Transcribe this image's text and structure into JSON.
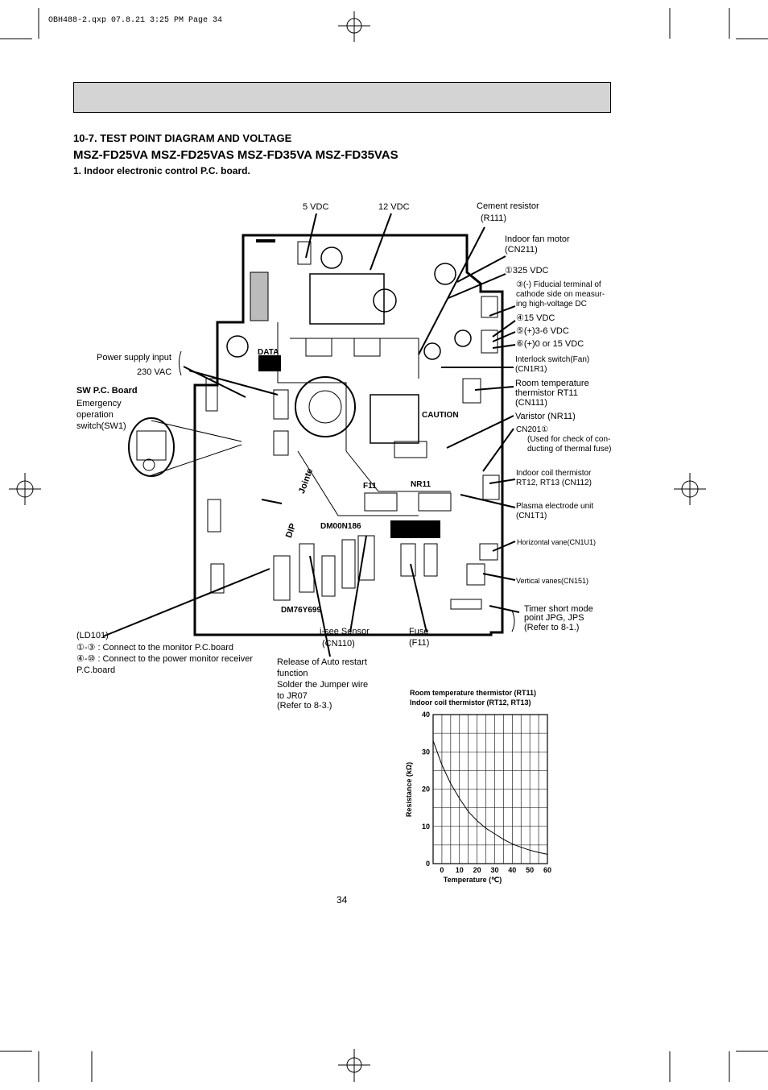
{
  "header_line": "OBH488-2.qxp  07.8.21 3:25 PM  Page 34",
  "section_title": "10-7. TEST POINT DIAGRAM AND VOLTAGE",
  "models": "MSZ-FD25VA  MSZ-FD25VAS  MSZ-FD35VA  MSZ-FD35VAS",
  "subtitle": "1. Indoor electronic control P.C. board.",
  "board": {
    "data_label": "DATA",
    "caution": "CAUTION",
    "jointe": "Jointe",
    "dip": "DIP",
    "code1": "DM00N186",
    "code2": "DM76Y699",
    "f11": "F11",
    "nr11": "NR11"
  },
  "labels": {
    "v5": "5 VDC",
    "v12": "12 VDC",
    "cement": "Cement resistor",
    "r111": "(R111)",
    "fan_motor": "Indoor fan motor",
    "cn211": "(CN211)",
    "v325": "①325 VDC",
    "fid1": "③(-) Fiducial terminal of",
    "fid2": "cathode side on measur-",
    "fid3": "ing high-voltage DC",
    "v15": "④15 VDC",
    "v36": "⑤(+)3-6 VDC",
    "v015": "⑥(+)0 or 15 VDC",
    "interlock1": "Interlock switch(Fan)",
    "interlock2": "(CN1R1)",
    "room1": "Room temperature",
    "room2": "thermistor RT11",
    "room3": "(CN111)",
    "varistor": "Varistor (NR11)",
    "cn201_1": "CN201①",
    "cn201_2": "(Used for check of con-",
    "cn201_3": "ducting of thermal fuse)",
    "coil1": "Indoor coil thermistor",
    "coil2": "RT12, RT13 (CN112)",
    "plasma1": "Plasma electrode unit",
    "plasma2": "(CN1T1)",
    "hvane": "Horizontal vane(CN1U1)",
    "vvane": "Vertical vanes(CN151)",
    "timer1": "Timer short mode",
    "timer2": "point JPG, JPS",
    "timer3": "(Refer to 8-1.)",
    "psu1": "Power supply input",
    "psu2": "230 VAC",
    "swpc": "SW P.C. Board",
    "emerg1": "Emergency",
    "emerg2": "operation",
    "emerg3": "switch(SW1)",
    "ld1": "(LD101)",
    "ld2": "①-③ : Connect to the monitor P.C.board",
    "ld3": "④-⑩ : Connect to the power monitor receiver",
    "ld4": "P.C.board",
    "isee1": "i-see Sensor",
    "isee2": "(CN110)",
    "fuse1": "Fuse",
    "fuse2": "(F11)",
    "rel1": "Release of Auto restart",
    "rel2": "function",
    "rel3": "Solder the Jumper wire",
    "rel4": "to JR07",
    "rel5": "(Refer to 8-3.)"
  },
  "page_number": "34",
  "chart_data": {
    "type": "line",
    "title": "Room temperature thermistor (RT11)",
    "subtitle": "Indoor coil thermistor (RT12, RT13)",
    "xlabel": "Temperature (℃)",
    "ylabel": "Resistance (kΩ)",
    "xlim": [
      -5,
      60
    ],
    "ylim": [
      0,
      40
    ],
    "xticks": [
      0,
      10,
      20,
      30,
      40,
      50,
      60
    ],
    "yticks": [
      0,
      10,
      20,
      30,
      40
    ],
    "grid": true,
    "series": [
      {
        "x": [
          -5,
          0,
          5,
          10,
          15,
          20,
          25,
          30,
          35,
          40,
          45,
          50,
          55,
          60
        ],
        "values": [
          33,
          26.5,
          21.5,
          17.5,
          14,
          11.5,
          9.5,
          8,
          6.5,
          5.3,
          4.4,
          3.6,
          3,
          2.5
        ]
      }
    ]
  }
}
